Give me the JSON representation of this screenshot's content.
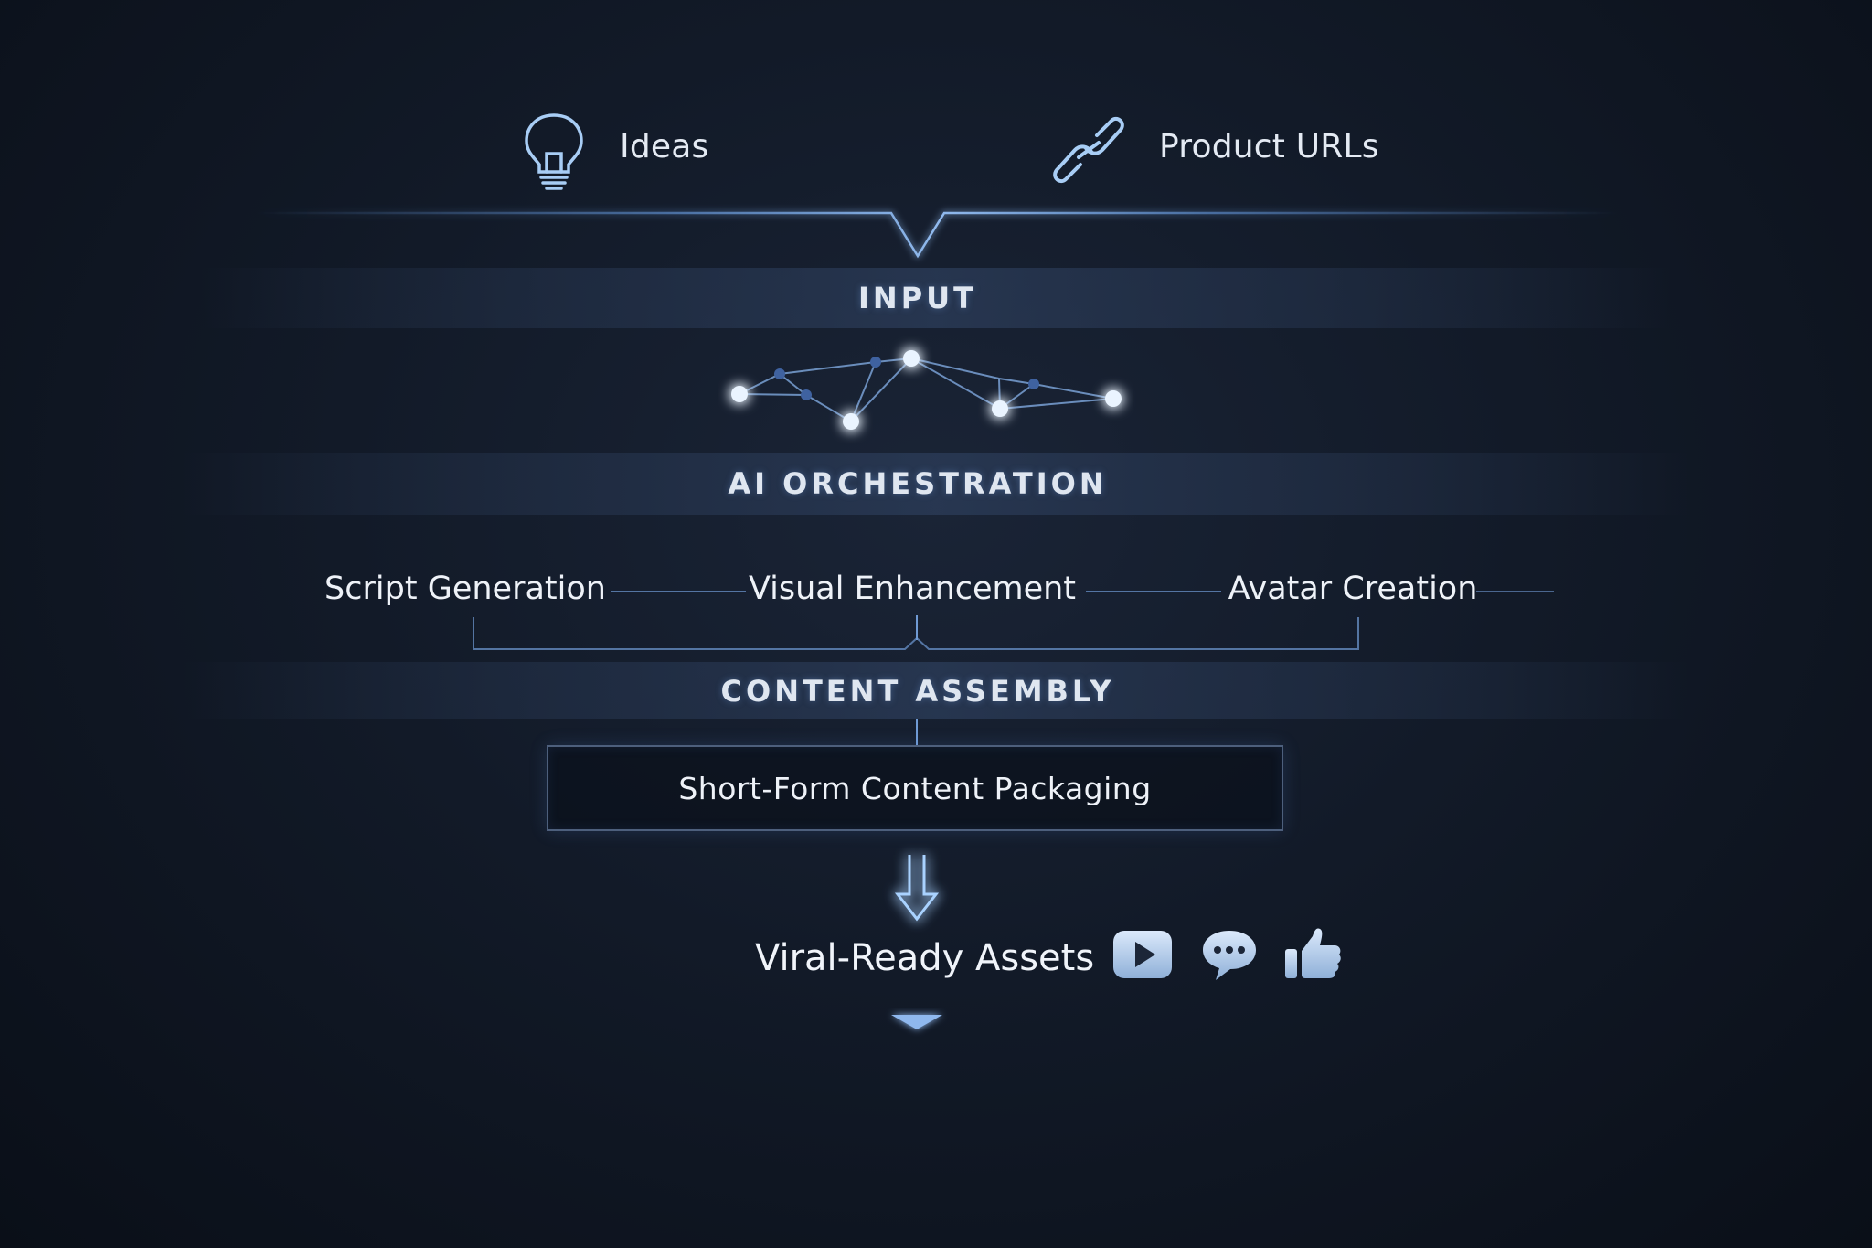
{
  "inputs": {
    "ideas": {
      "label": "Ideas",
      "icon": "lightbulb-icon"
    },
    "product_urls": {
      "label": "Product URLs",
      "icon": "link-icon"
    }
  },
  "bands": {
    "input": "INPUT",
    "ai_orchestration": "AI ORCHESTRATION",
    "content_assembly": "CONTENT ASSEMBLY"
  },
  "stages": [
    "Script Generation",
    "Visual Enhancement",
    "Avatar Creation"
  ],
  "packaging": "Short-Form Content Packaging",
  "output": {
    "label": "Viral-Ready Assets",
    "icons": [
      "video-play-icon",
      "comment-bubble-icon",
      "thumbs-up-icon"
    ]
  },
  "colors": {
    "background": "#0f1623",
    "glow": "#8fc4ff",
    "line": "#5f8fd0",
    "text": "#e6ecf5"
  }
}
